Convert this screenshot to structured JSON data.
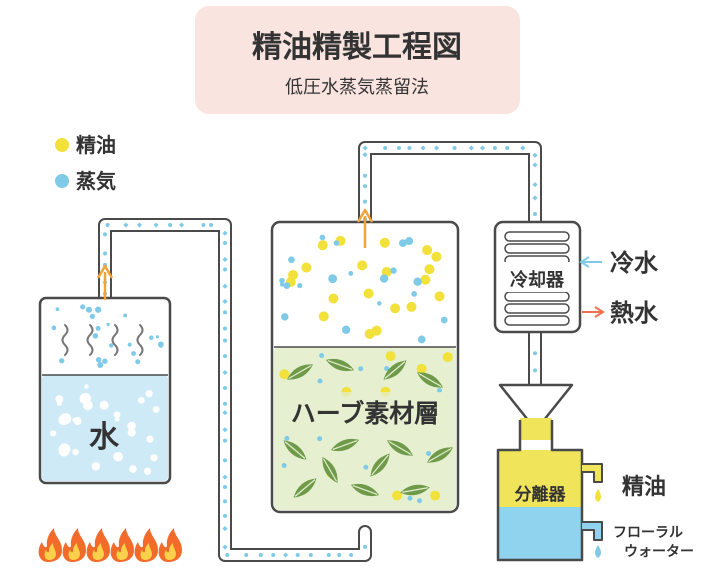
{
  "title": "精油精製工程図",
  "subtitle": "低圧水蒸気蒸留法",
  "legend": {
    "items": [
      {
        "label": "精油",
        "color": "#f1e13a"
      },
      {
        "label": "蒸気",
        "color": "#7fcbe7"
      }
    ]
  },
  "labels": {
    "water": "水",
    "herb": "ハーブ素材層",
    "condenser": "冷却器",
    "cold_water": "冷水",
    "hot_water": "熱水",
    "separator": "分離器",
    "essential_oil": "精油",
    "floral_water_line1": "フローラル",
    "floral_water_line2": "ウォーター"
  },
  "colors": {
    "title_bg": "#f9e4e0",
    "outline": "#4a4a4a",
    "water": "#cfeaf7",
    "herb_bg": "#e6efcf",
    "leaf": "#6e9a4a",
    "arrow_up": "#f3a236",
    "arrow_cold": "#7fcbe7",
    "arrow_hot": "#ef6f4f",
    "flame": "#f26b2b",
    "separator_top": "#f0e45b",
    "separator_bottom": "#8fd3ee"
  }
}
